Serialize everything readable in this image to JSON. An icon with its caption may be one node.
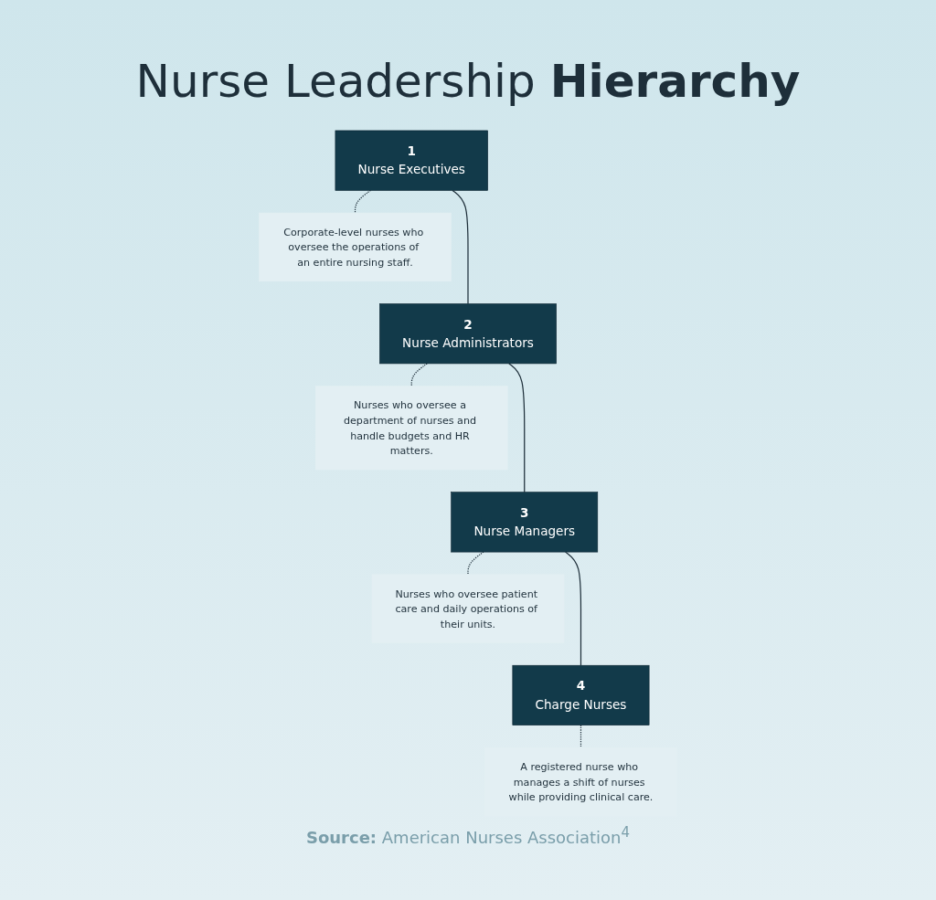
{
  "diagram": {
    "title": "Nurse Leadership **Hierarchy**",
    "caption": "**Source:** American Nurses Association$^{4}$",
    "nodes": [
      {
        "text": [
          "1",
          "Nurse Executives"
        ]
      },
      {
        "text": [
          "Corporate-level nurses who oversee the operations of an entire nursing staff."
        ]
      },
      {
        "text": [
          "2",
          "Nurse Administrators"
        ]
      },
      {
        "text": [
          "Nurses who oversee a department of nurses and handle budgets and HR matters."
        ]
      },
      {
        "text": [
          "3",
          "Nurse Managers"
        ]
      },
      {
        "text": [
          "Nurses who oversee patient care and daily operations of their units."
        ]
      },
      {
        "text": [
          "4",
          "Charge Nurses"
        ]
      },
      {
        "text": [
          "A registered nurse who manages a shift of nurses while providing clinical care."
        ]
      }
    ],
    "edges": [
      {
        "from": 0,
        "to": 1,
        "arrow": "none",
        "style": "dashed"
      },
      {
        "from": 0,
        "to": 2,
        "arrow": "none"
      },
      {
        "from": 2,
        "to": 3,
        "arrow": "none",
        "style": "dashed"
      },
      {
        "from": 2,
        "to": 4,
        "arrow": "none"
      },
      {
        "from": 4,
        "to": 5,
        "arrow": "none",
        "style": "dashed"
      },
      {
        "from": 4,
        "to": 6,
        "arrow": "none"
      },
      {
        "from": 6,
        "to": 7,
        "arrow": "none",
        "style": "dashed"
      }
    ]
  }
}
